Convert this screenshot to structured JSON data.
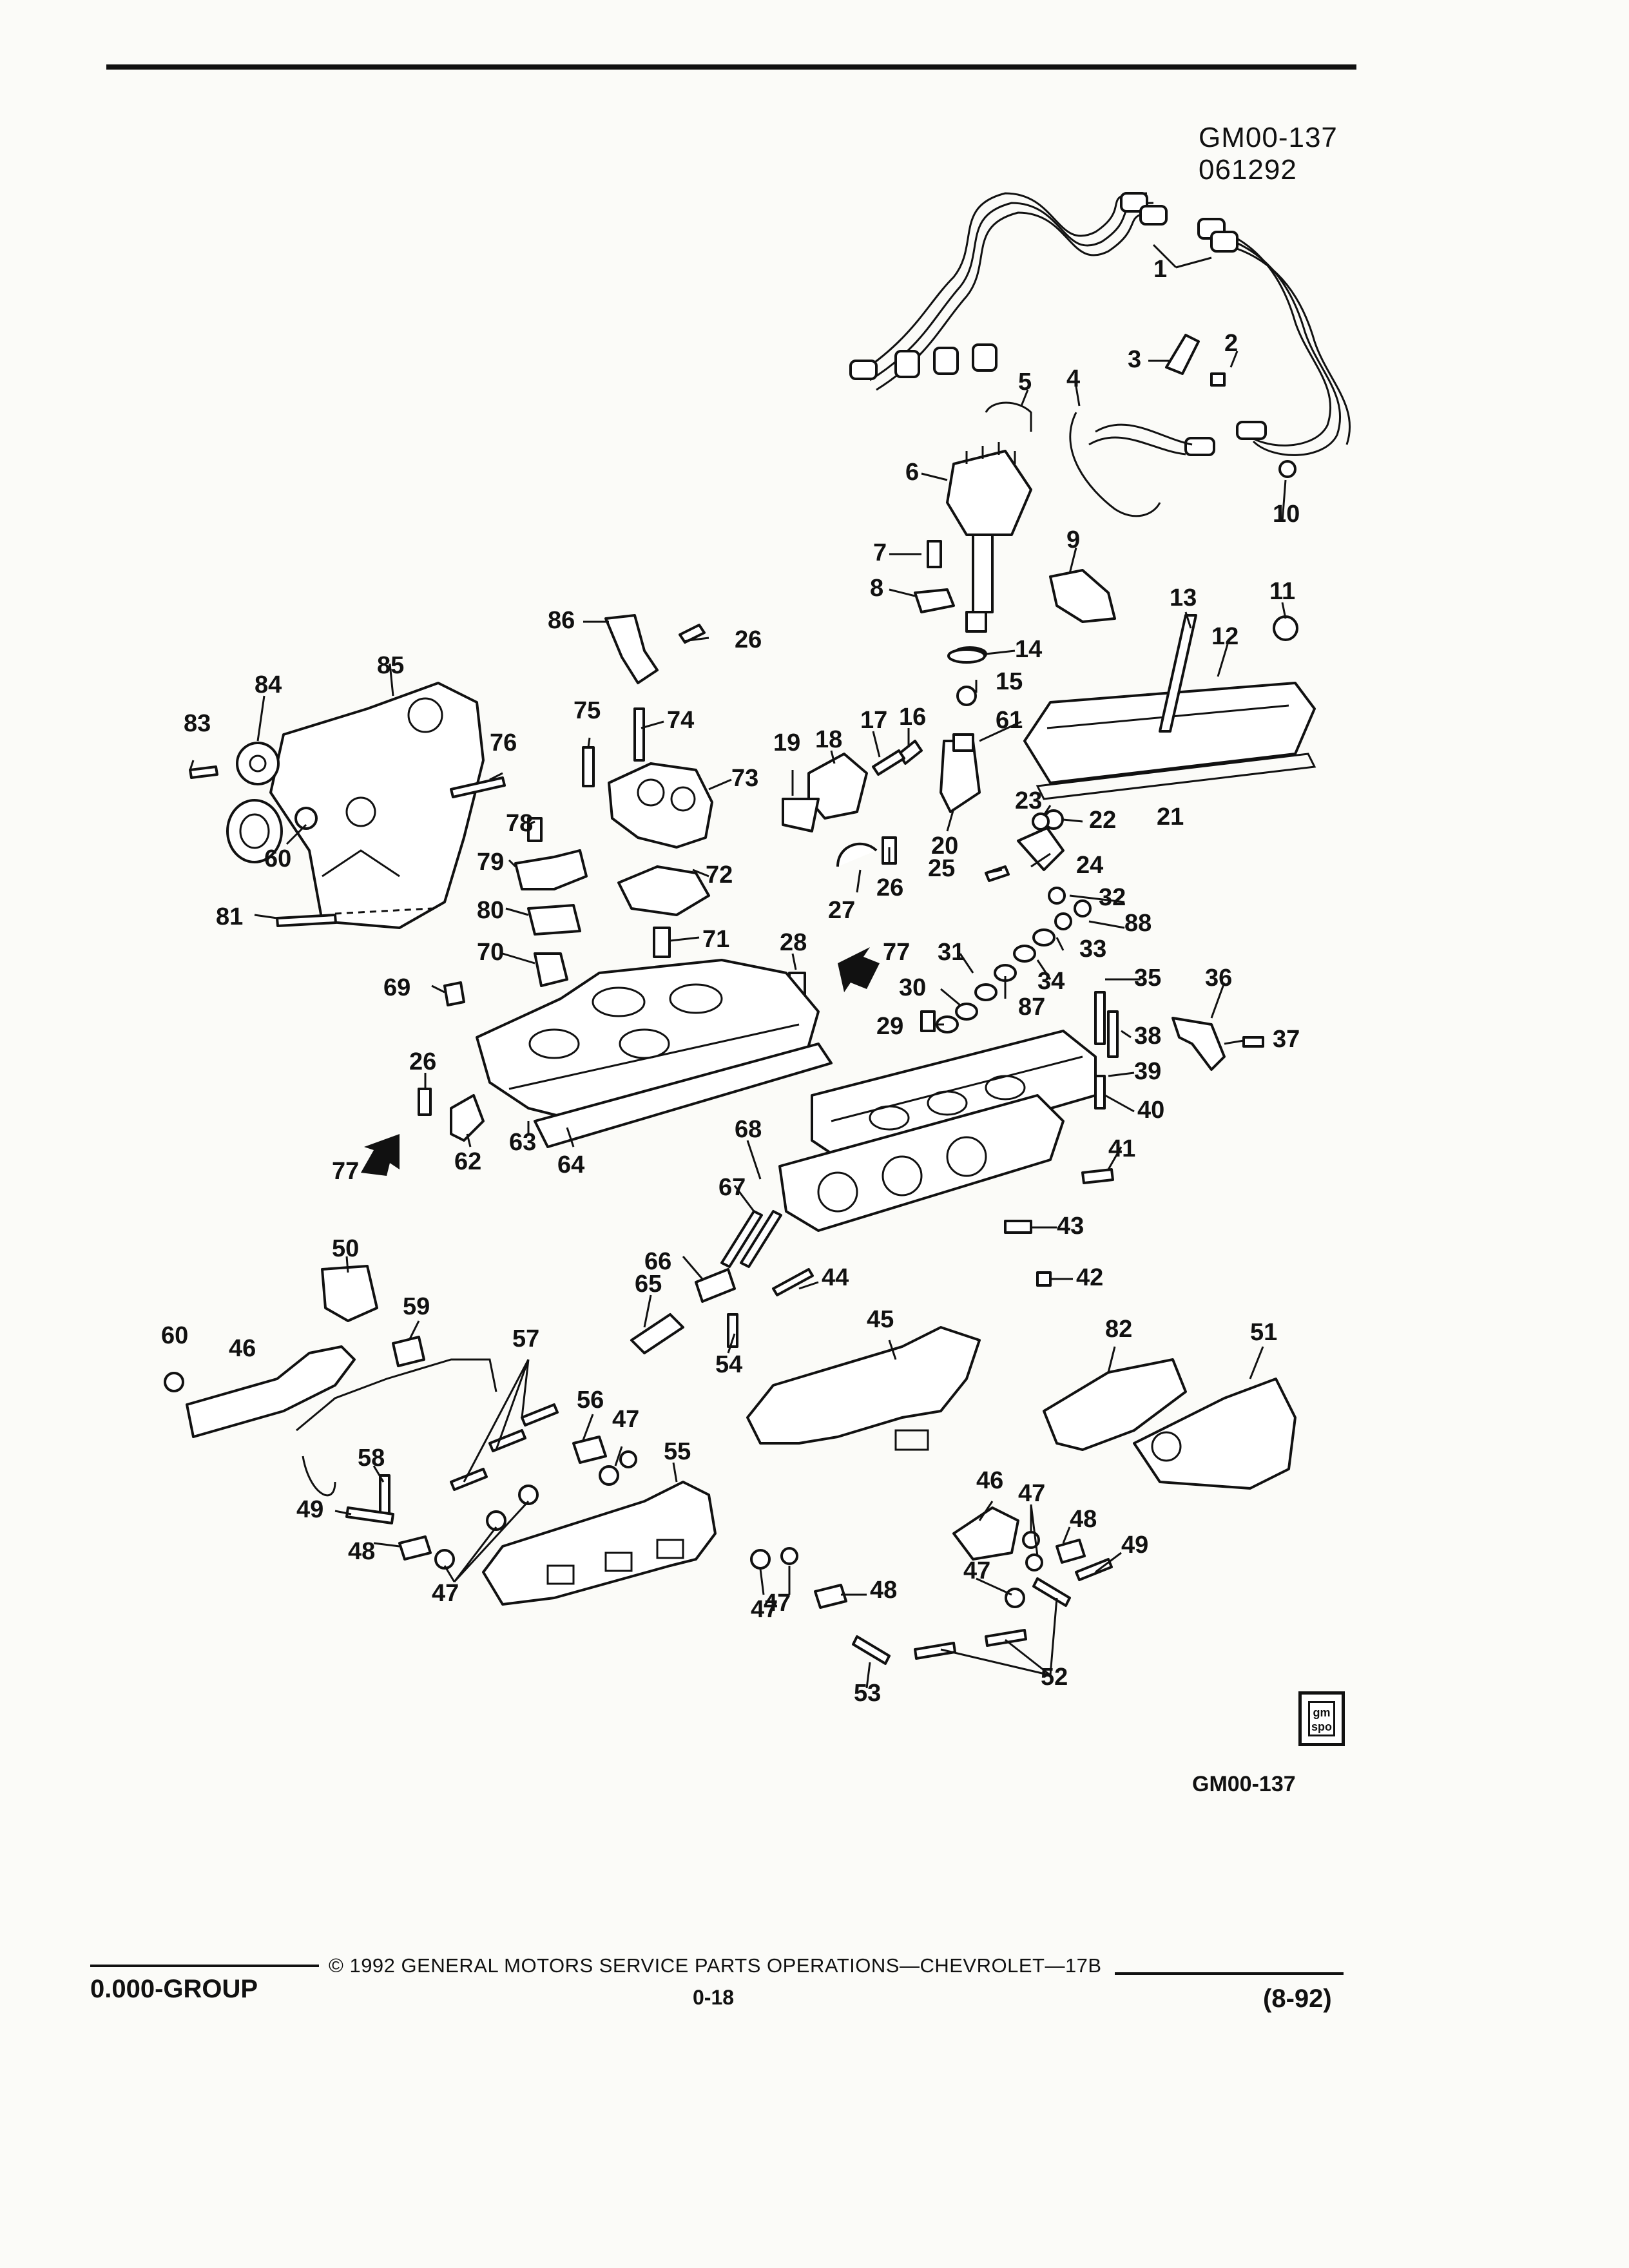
{
  "header": {
    "figure_code": "GM00-137",
    "figure_date": "061292"
  },
  "diagram": {
    "labels": [
      "1",
      "2",
      "3",
      "4",
      "5",
      "6",
      "7",
      "8",
      "9",
      "10",
      "11",
      "12",
      "13",
      "14",
      "15",
      "16",
      "17",
      "18",
      "19",
      "20",
      "21",
      "22",
      "23",
      "24",
      "25",
      "26",
      "26",
      "26",
      "27",
      "28",
      "29",
      "30",
      "31",
      "32",
      "33",
      "34",
      "35",
      "36",
      "37",
      "38",
      "39",
      "40",
      "41",
      "42",
      "43",
      "44",
      "45",
      "46",
      "46",
      "47",
      "47",
      "47",
      "47",
      "47",
      "47",
      "48",
      "48",
      "48",
      "49",
      "49",
      "50",
      "51",
      "52",
      "53",
      "54",
      "55",
      "56",
      "57",
      "58",
      "59",
      "60",
      "60",
      "61",
      "62",
      "63",
      "64",
      "65",
      "66",
      "67",
      "68",
      "69",
      "70",
      "71",
      "72",
      "73",
      "74",
      "75",
      "76",
      "77",
      "77",
      "78",
      "79",
      "80",
      "81",
      "82",
      "83",
      "84",
      "85",
      "86",
      "87",
      "88"
    ]
  },
  "caption": {
    "code": "GM00-137",
    "logo_text": "gm spo"
  },
  "footer": {
    "group": "0.000-GROUP",
    "copyright": "© 1992 GENERAL MOTORS SERVICE PARTS OPERATIONS—CHEVROLET—17B",
    "page": "0-18",
    "date": "(8-92)"
  }
}
